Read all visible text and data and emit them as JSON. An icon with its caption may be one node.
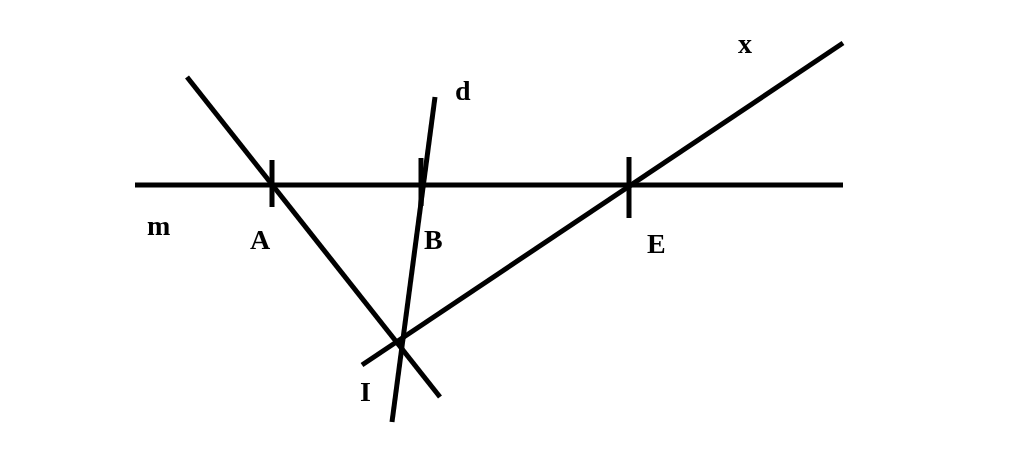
{
  "diagram": {
    "labels": [
      "x",
      "d",
      "m",
      "A",
      "B",
      "E",
      "I"
    ]
  }
}
